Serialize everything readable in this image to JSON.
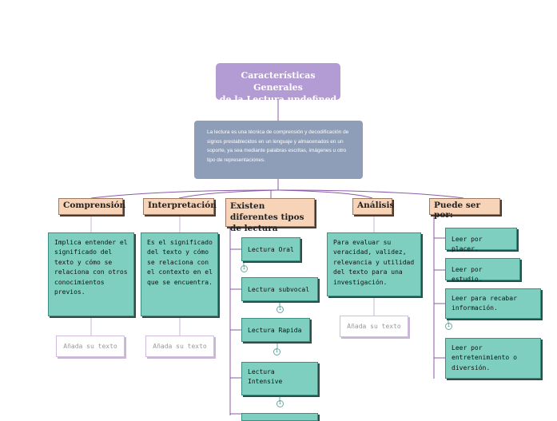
{
  "root": {
    "title_line1": "Características Generales",
    "title_line2": "de la Lectura undefined"
  },
  "description": "La lectura es una técnica de comprensión y decodificación de signos prestablecidos en un lenguaje y almacenados en un soporte, ya sea mediante palabras escritas, imágenes u otro tipo de representaciones.",
  "branches": {
    "comprension": {
      "title": "Comprensión",
      "text": "Implica entender el significado del texto y cómo se relaciona con otros conocimientos previos.",
      "placeholder": "Añada su texto"
    },
    "interpretacion": {
      "title": "Interpretación",
      "text": "Es el significado del texto y cómo se relaciona con el contexto en el que se encuentra.",
      "placeholder": "Añada su texto"
    },
    "tipos": {
      "title": "Existen diferentes tipos de lectura",
      "items": [
        "Lectura Oral",
        "Lectura subvocal",
        "Lectura Rapida",
        "Lectura Intensive"
      ],
      "badge": "1"
    },
    "analisis": {
      "title": "Análisis",
      "text": "Para evaluar su veracidad, validez, relevancia y utilidad del texto para una investigación.",
      "placeholder": "Añada su texto"
    },
    "puede": {
      "title": "Puede ser por:",
      "items": [
        "Leer por placer.",
        "Leer por estudio.",
        "Leer para recabar información.",
        "Leer por entretenimiento o diversión."
      ],
      "badge": "1"
    }
  }
}
